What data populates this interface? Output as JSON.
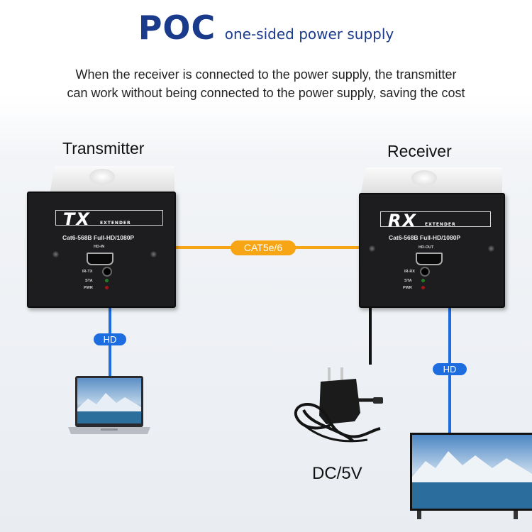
{
  "header": {
    "title": "POC",
    "subtitle": "one-sided power supply",
    "description_line1": "When the receiver is connected to the power supply, the transmitter",
    "description_line2": "can work without being connected to the power supply, saving the cost"
  },
  "transmitter": {
    "label": "Transmitter",
    "badge": "TX",
    "badge_sub": "EXTENDER",
    "spec": "Cat6-568B   Full-HD/1080P",
    "port": "HD-IN",
    "ir": "IR-TX",
    "sta": "STA",
    "pwr": "PWR"
  },
  "receiver": {
    "label": "Receiver",
    "badge": "RX",
    "badge_sub": "EXTENDER",
    "spec": "Cat6-568B   Full-HD/1080P",
    "port": "HD-OUT",
    "ir": "IR-RX",
    "sta": "STA",
    "pwr": "PWR"
  },
  "links": {
    "cable": "CAT5e/6",
    "hd_left": "HD",
    "hd_right": "HD"
  },
  "power": {
    "label": "DC/5V"
  },
  "colors": {
    "title": "#1a3a8c",
    "hd_line": "#1d6de0",
    "cable_line": "#f7a415",
    "power_line": "#111111"
  },
  "icons": {
    "laptop": "laptop-icon",
    "tv": "tv-icon",
    "adapter": "power-adapter-icon"
  }
}
